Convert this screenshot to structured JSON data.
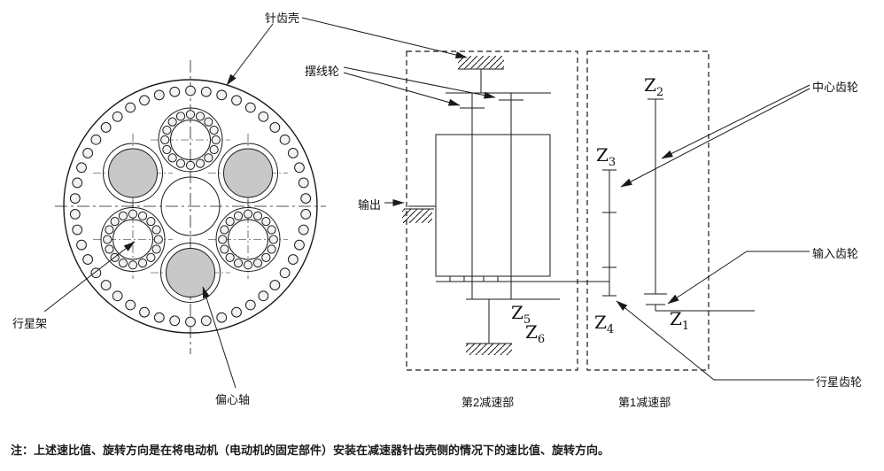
{
  "callouts": {
    "pin_gear_housing": "针齿壳",
    "cycloid_wheel": "摆线轮",
    "planet_carrier": "行星架",
    "eccentric_shaft": "偏心轴",
    "output": "输出",
    "center_gear": "中心齿轮",
    "input_gear": "输入齿轮",
    "planet_gear": "行星齿轮"
  },
  "sections": {
    "second_reduction": "第2减速部",
    "first_reduction": "第1减速部"
  },
  "gears": {
    "z1": {
      "base": "Z",
      "sub": "1"
    },
    "z2": {
      "base": "Z",
      "sub": "2"
    },
    "z3": {
      "base": "Z",
      "sub": "3"
    },
    "z4": {
      "base": "Z",
      "sub": "4"
    },
    "z5": {
      "base": "Z",
      "sub": "5"
    },
    "z6": {
      "base": "Z",
      "sub": "6"
    }
  },
  "note": "注：上述速比值、旋转方向是在将电动机（电动机的固定部件）安装在减速器针齿壳侧的情况下的速比值、旋转方向。",
  "colors": {
    "line": "#1a1a1a",
    "disc_fill": "#c8c8c8",
    "background": "#ffffff"
  }
}
